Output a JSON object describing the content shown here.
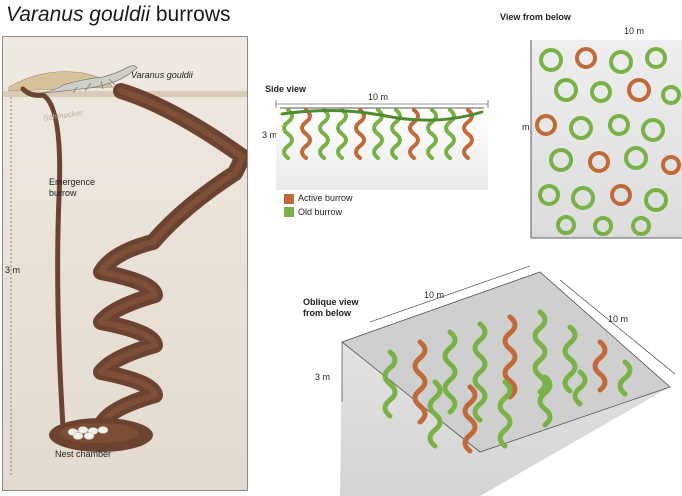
{
  "title": {
    "species": "Varanus gouldii",
    "rest": " burrows"
  },
  "main": {
    "lizard_label": "Varanus gouldii",
    "emergence_label_1": "Emergence",
    "emergence_label_2": "burrow",
    "depth_label": "3 m",
    "nest_label": "Nest chamber",
    "signature": "Schmucker"
  },
  "side_view": {
    "heading": "Side view",
    "width_label": "10 m",
    "height_label": "3 m"
  },
  "legend": {
    "items": [
      {
        "label": "Active burrow",
        "color": "#c06a3a"
      },
      {
        "label": "Old burrow",
        "color": "#78b145"
      }
    ]
  },
  "below_view": {
    "heading": "View from below",
    "width_label": "10 m",
    "edge_label": "m"
  },
  "oblique_view": {
    "heading_1": "Oblique view",
    "heading_2": "from below",
    "width_label": "10 m",
    "depth_label": "10 m",
    "height_label": "3 m"
  },
  "colors": {
    "soil": "#6b4330",
    "active": "#c06a3a",
    "old": "#78b145",
    "old_dark": "#4f8a2e"
  }
}
